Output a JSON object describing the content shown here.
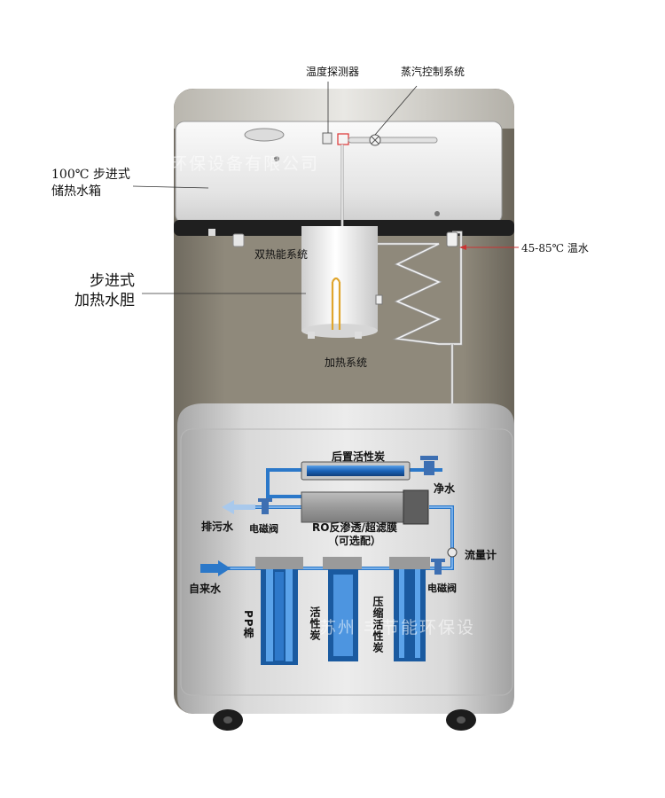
{
  "labels": {
    "temp_probe": "温度探测器",
    "steam_control": "蒸汽控制系统",
    "storage_tank": "100℃ 步进式\n储热水箱",
    "dual_heat": "双热能系统",
    "warm_water": "45-85℃ 温水",
    "heating_tank": "步进式\n加热水胆",
    "heating_system": "加热系统",
    "post_carbon": "后置活性炭",
    "pure_water": "净水",
    "drain": "排污水",
    "drain_valve": "电磁阀",
    "ro_membrane": "RO反渗透/超滤膜\n（可选配）",
    "flow_meter": "流量计",
    "tap_water": "自来水",
    "inlet_valve": "电磁阀",
    "pp_cotton": "PP棉",
    "activated_carbon": "活性炭",
    "compressed_carbon": "压缩活性炭"
  },
  "watermark": {
    "top": "环保设备有限公司",
    "bottom": "苏州    丰节能环保设"
  },
  "colors": {
    "cabinet_top": "#8d8779",
    "cabinet_bottom": "#c4c4c4",
    "panel_light": "#f1f1f1",
    "pipe_blue": "#2b78c9",
    "filter_dark": "#1a5aa0"
  }
}
